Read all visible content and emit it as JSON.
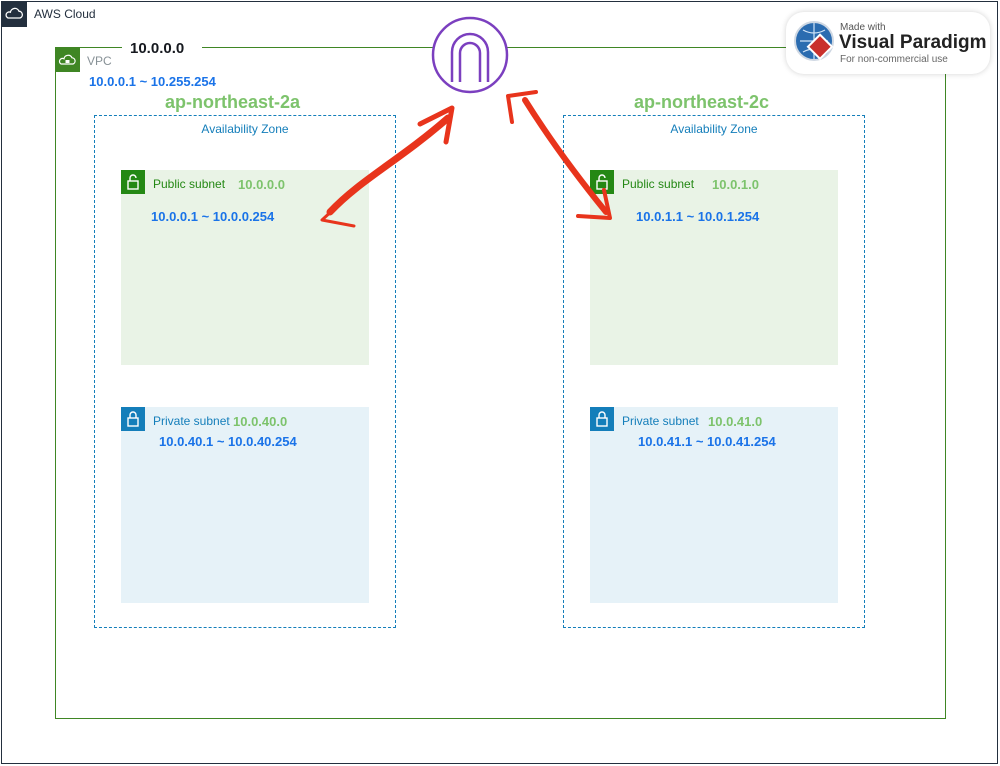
{
  "cloud": {
    "title": "AWS Cloud"
  },
  "vpc": {
    "title": "VPC",
    "cidr": "10.0.0.0",
    "range": "10.0.0.1 ~ 10.255.254"
  },
  "zones": [
    {
      "name": "ap-northeast-2a",
      "label": "Availability Zone",
      "public": {
        "title": "Public subnet",
        "cidr": "10.0.0.0",
        "range": "10.0.0.1 ~ 10.0.0.254"
      },
      "private": {
        "title": "Private subnet",
        "cidr": "10.0.40.0",
        "range": "10.0.40.1 ~ 10.0.40.254"
      }
    },
    {
      "name": "ap-northeast-2c",
      "label": "Availability Zone",
      "public": {
        "title": "Public subnet",
        "cidr": "10.0.1.0",
        "range": "10.0.1.1 ~ 10.0.1.254"
      },
      "private": {
        "title": "Private subnet",
        "cidr": "10.0.41.0",
        "range": "10.0.41.1 ~ 10.0.41.254"
      }
    }
  ],
  "watermark": {
    "made_with": "Made with",
    "brand": "Visual Paradigm",
    "note": "For non-commercial use"
  },
  "icons": {
    "cloud": "cloud-icon",
    "vpc": "vpc-cloud-lock-icon",
    "gateway": "internet-gateway-icon",
    "lock": "lock-icon",
    "logo": "visual-paradigm-logo-icon",
    "arrow": "red-hand-drawn-arrow"
  },
  "colors": {
    "cloud_border": "#232f3e",
    "vpc_border": "#3f8624",
    "az_border": "#147eba",
    "public_fill": "#e9f3e6",
    "private_fill": "#e6f2f8",
    "highlight_green": "#7dc36c",
    "range_blue": "#1a73e8",
    "gateway_purple": "#7b3fbf",
    "arrow_red": "#e8341c"
  }
}
